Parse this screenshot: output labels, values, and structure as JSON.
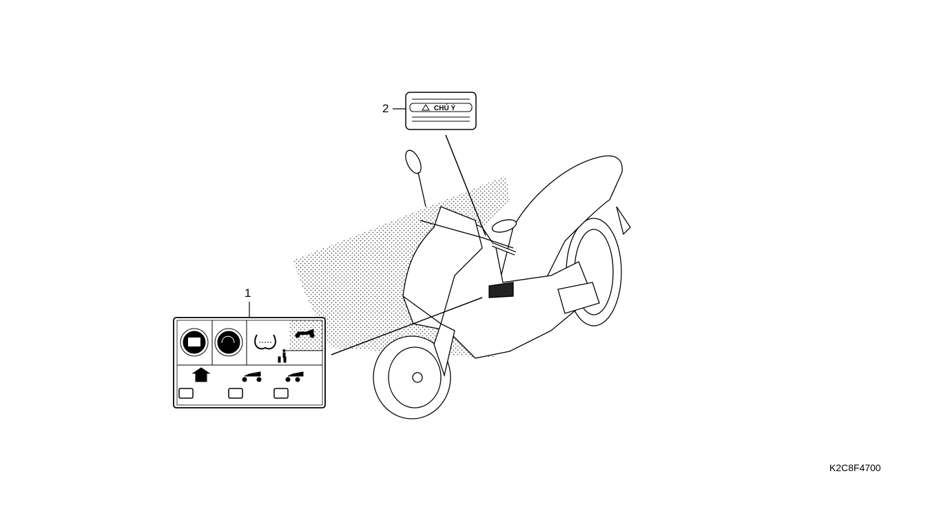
{
  "callouts": [
    {
      "number": "1",
      "part": "caution-label-pictograms"
    },
    {
      "number": "2",
      "part": "caution-label",
      "text": "CHÚ Ý"
    }
  ],
  "diagram_code": "K2C8F4700",
  "icons": [
    "owner-manual-icon",
    "helmet-icon",
    "tire-pressure-icon",
    "scooter-icon",
    "rider-icon",
    "rider-passenger-icon",
    "storage-icon",
    "scooter-load-icon",
    "luggage-icon"
  ]
}
